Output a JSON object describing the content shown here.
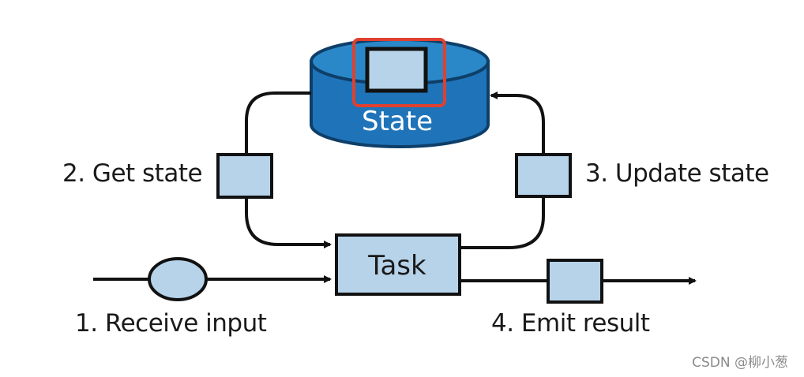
{
  "diagram": {
    "state_label": "State",
    "task_label": "Task",
    "steps": {
      "receive": "1. Receive input",
      "get_state": "2. Get state",
      "update_state": "3. Update state",
      "emit": "4. Emit result"
    }
  },
  "watermark": "CSDN @柳小葱",
  "colors": {
    "box_fill": "#b6d3ea",
    "db_blue": "#1f74b9",
    "db_top": "#2a88c9",
    "highlight": "#e0402f",
    "stroke": "#111111"
  }
}
